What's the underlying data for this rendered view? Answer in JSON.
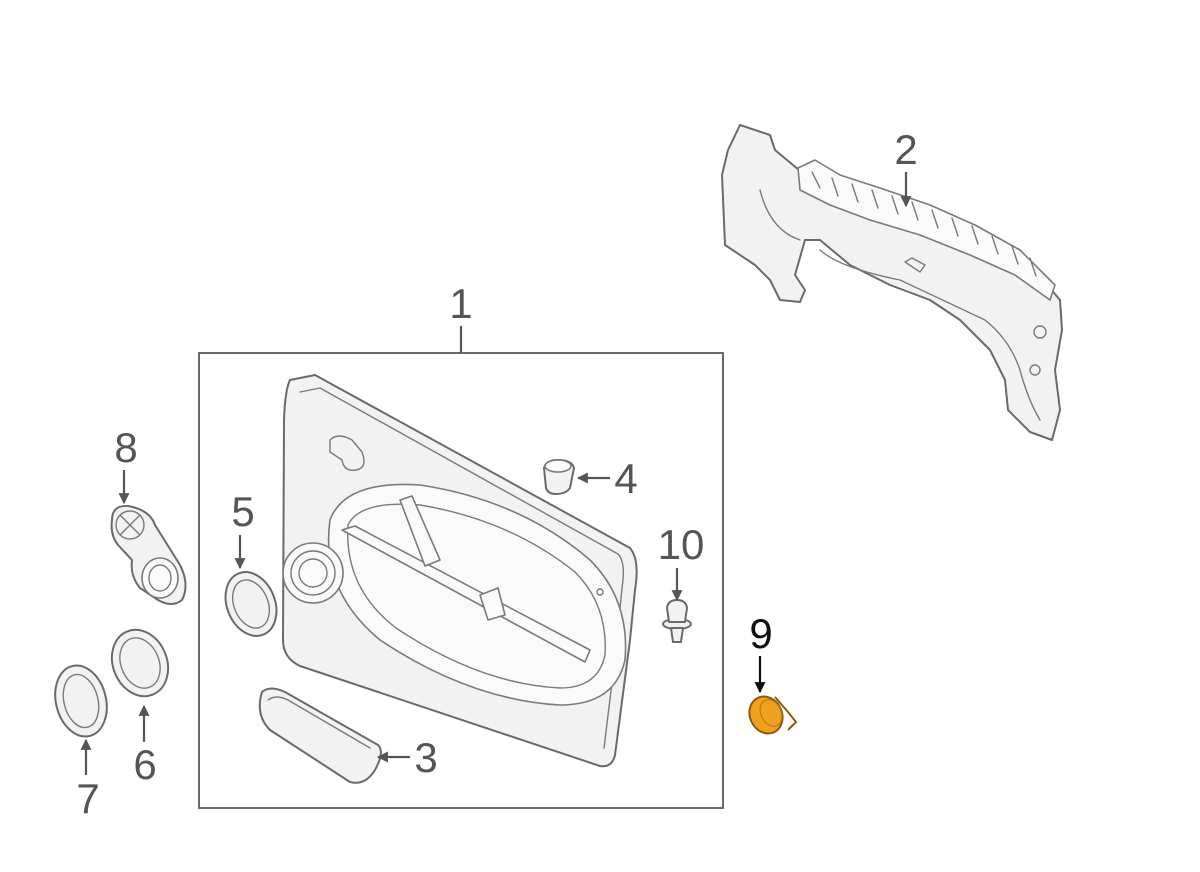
{
  "diagram": {
    "callouts": [
      {
        "id": "1",
        "label": "1"
      },
      {
        "id": "2",
        "label": "2"
      },
      {
        "id": "3",
        "label": "3"
      },
      {
        "id": "4",
        "label": "4"
      },
      {
        "id": "5",
        "label": "5"
      },
      {
        "id": "6",
        "label": "6"
      },
      {
        "id": "7",
        "label": "7"
      },
      {
        "id": "8",
        "label": "8"
      },
      {
        "id": "9",
        "label": "9",
        "highlighted": true
      },
      {
        "id": "10",
        "label": "10"
      }
    ],
    "colors": {
      "line": "#6a6a6a",
      "part_fill": "#f2f2f2",
      "callout_text": "#555555",
      "highlight_fill": "#f0a020",
      "highlight_stroke": "#8a5a10",
      "highlight_text": "#111111"
    }
  }
}
